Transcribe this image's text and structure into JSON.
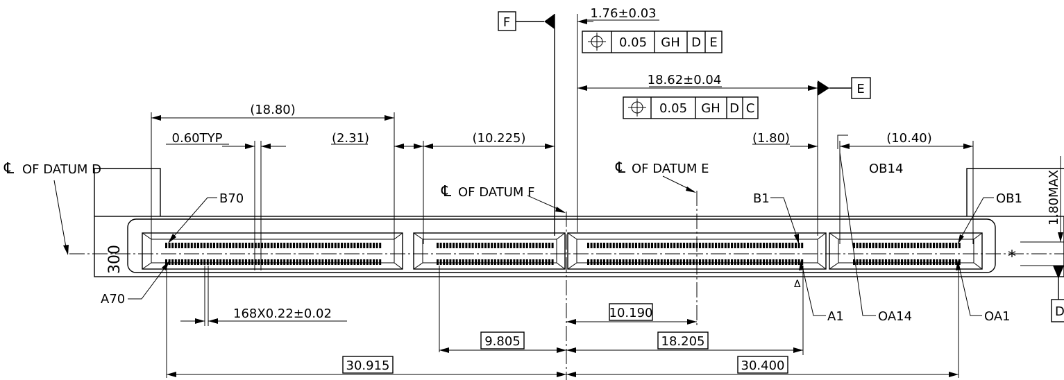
{
  "datum_flags": {
    "f": "F",
    "e": "E",
    "d": "D"
  },
  "fcf_top": {
    "tolerance": "0.05",
    "datum_primary": "GH",
    "datum_secondary": "D",
    "datum_tertiary": "E"
  },
  "fcf_mid": {
    "tolerance": "0.05",
    "datum_primary": "GH",
    "datum_secondary": "D",
    "datum_tertiary": "C"
  },
  "dims": {
    "d_1_76": "1.76±0.03",
    "d_18_62": "18.62±0.04",
    "d_18_80": "(18.80)",
    "d_0_60": "0.60TYP",
    "d_2_31": "(2.31)",
    "d_10_225": "(10.225)",
    "d_1_80": "(1.80)",
    "d_10_40": "(10.40)",
    "d_1_80max": "1.80MAX",
    "d_168x": "168X0.22±0.02",
    "d_10_190": "10.190",
    "d_9_805": "9.805",
    "d_18_205": "18.205",
    "d_30_915": "30.915",
    "d_30_400": "30.400"
  },
  "labels": {
    "cl_datum_d": "OF DATUM D",
    "cl_datum_e": "OF DATUM E",
    "cl_datum_f": "OF DATUM F",
    "cl_symbol": "℄",
    "part_number": "300",
    "b70": "B70",
    "a70": "A70",
    "b1": "B1",
    "a1": "A1",
    "ob14": "OB14",
    "ob1": "OB1",
    "oa14": "OA14",
    "oa1": "OA1",
    "star": "*",
    "triangle_mark": "Δ"
  },
  "icons": {
    "position_symbol": "position-tolerance-icon"
  }
}
